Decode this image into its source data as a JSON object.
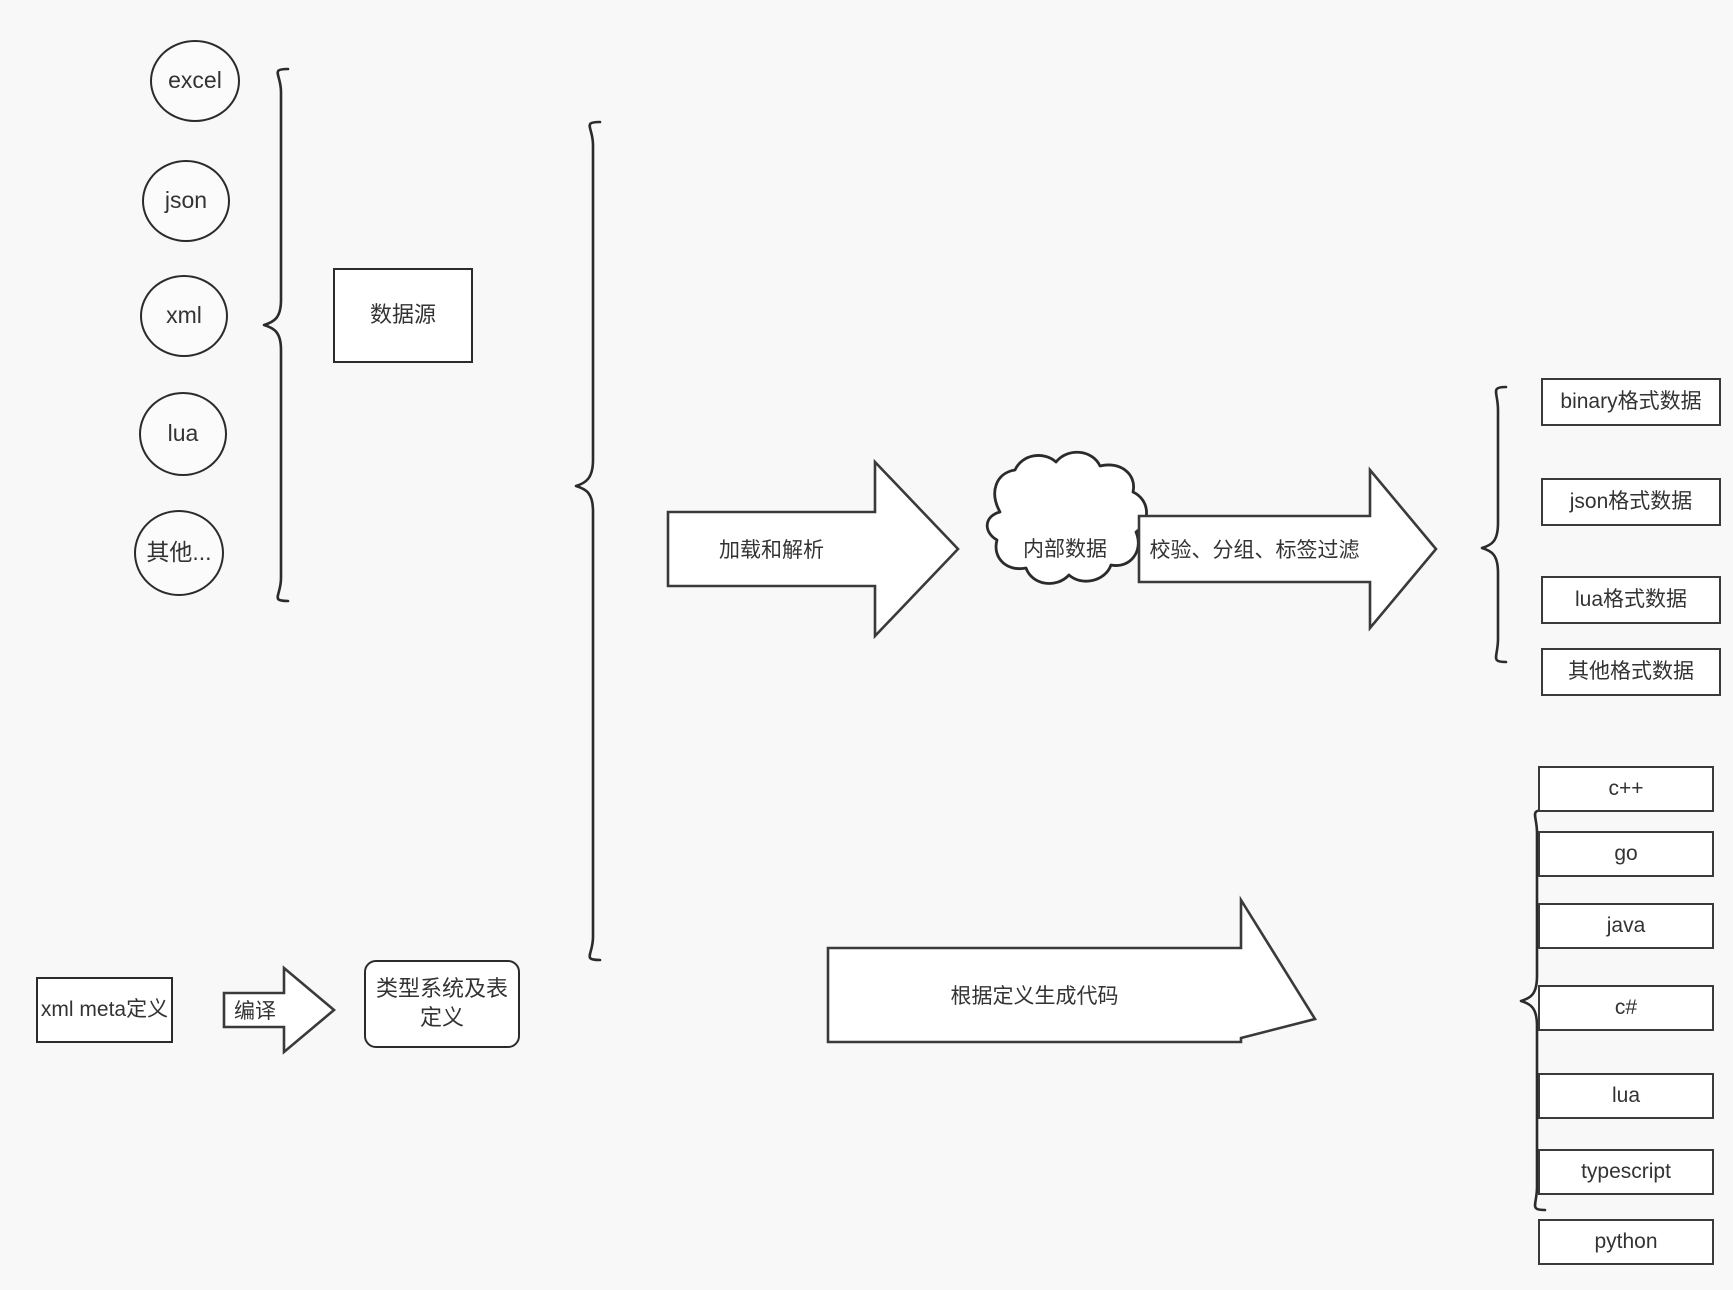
{
  "diagram": {
    "title": "data pipeline diagram",
    "background_color": "#f8f8f8",
    "stroke_color": "#2b2b2b",
    "text_color": "#333333"
  },
  "sources": {
    "group_label": "数据源",
    "items": [
      {
        "label": "excel"
      },
      {
        "label": "json"
      },
      {
        "label": "xml"
      },
      {
        "label": "lua"
      },
      {
        "label": "其他..."
      }
    ]
  },
  "meta": {
    "definition_box": "xml meta定义",
    "compile_arrow": "编译",
    "type_system_box": "类型系统及表定义"
  },
  "pipeline": {
    "load_parse_arrow": "加载和解析",
    "internal_data_cloud": "内部数据",
    "filter_arrow": "校验、分组、标签过滤",
    "codegen_arrow": "根据定义生成代码"
  },
  "outputs": {
    "data_formats": [
      {
        "label": "binary格式数据"
      },
      {
        "label": "json格式数据"
      },
      {
        "label": "lua格式数据"
      },
      {
        "label": "其他格式数据"
      }
    ],
    "code_targets": [
      {
        "label": "c++"
      },
      {
        "label": "go"
      },
      {
        "label": "java"
      },
      {
        "label": "c#"
      },
      {
        "label": "lua"
      },
      {
        "label": "typescript"
      },
      {
        "label": "python"
      }
    ]
  }
}
